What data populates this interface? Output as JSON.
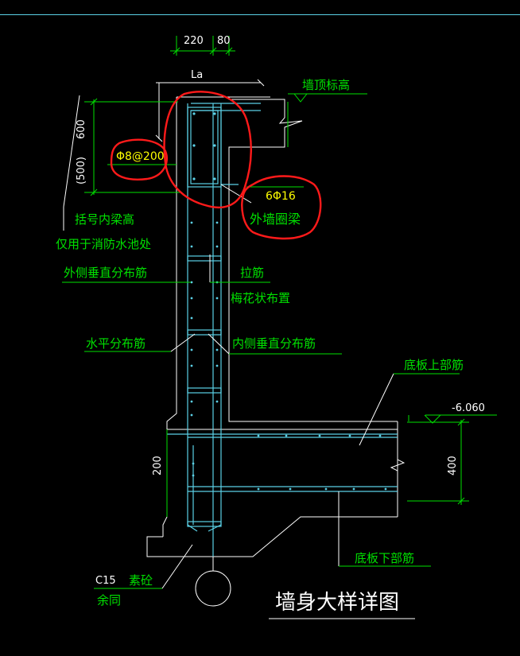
{
  "drawing": {
    "title": "墙身大样详图",
    "dimensions": {
      "top_220": "220",
      "top_80": "80",
      "la": "La",
      "left_600": "600",
      "left_500": "(500)",
      "right_400": "400",
      "left_200": "200",
      "elevation": "-6.060"
    },
    "labels": {
      "wall_top_elevation": "墙顶标高",
      "stirrup": "Φ8@200",
      "bars": "6Φ16",
      "outer_ring_beam": "外墙圈梁",
      "bracket_note_1": "括号内梁高",
      "bracket_note_2": "仅用于消防水池处",
      "outer_vertical": "外侧垂直分布筋",
      "tie_bar": "拉筋",
      "plum_layout": "梅花状布置",
      "horizontal_dist": "水平分布筋",
      "inner_vertical": "内侧垂直分布筋",
      "slab_top": "底板上部筋",
      "slab_bottom": "底板下部筋",
      "concrete_c15": "C15",
      "plain_concrete": "素砼",
      "same_below": "余同"
    },
    "colors": {
      "background": "#000000",
      "concrete_outline": "#ffffff",
      "rebar": "#5bd0e6",
      "dimension": "#00e000",
      "text": "#00e000",
      "highlight_text": "#ffff00",
      "markup": "#ff0000"
    }
  }
}
